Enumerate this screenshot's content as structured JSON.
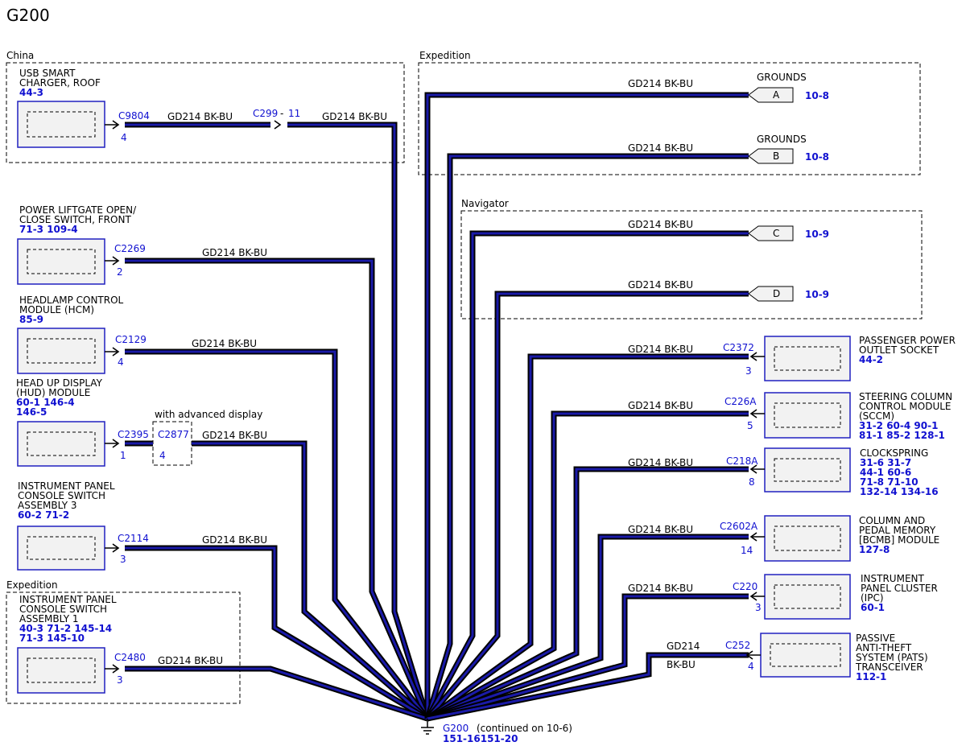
{
  "title": "G200",
  "wire_name": "GD214",
  "wire_color": "BK-BU",
  "regions": {
    "china": "China",
    "expedition_left": "Expedition",
    "expedition_top": "Expedition",
    "navigator": "Navigator",
    "with_advanced_display": "with advanced display"
  },
  "left_components": [
    {
      "lines": [
        "USB SMART",
        "CHARGER, ROOF"
      ],
      "refs": [
        "44-3"
      ],
      "connector": "C9804",
      "pin": "4"
    },
    {
      "lines": [
        "POWER LIFTGATE OPEN/",
        "CLOSE SWITCH, FRONT"
      ],
      "refs": [
        "71-3  109-4"
      ],
      "connector": "C2269",
      "pin": "2"
    },
    {
      "lines": [
        "HEADLAMP CONTROL",
        "MODULE (HCM)"
      ],
      "refs": [
        "85-9"
      ],
      "connector": "C2129",
      "pin": "4"
    },
    {
      "lines": [
        "HEAD UP DISPLAY",
        "(HUD) MODULE"
      ],
      "refs": [
        "60-1  146-4",
        "146-5"
      ],
      "connector": "C2395",
      "pin": "1"
    },
    {
      "lines": [
        "INSTRUMENT PANEL",
        "CONSOLE SWITCH",
        "ASSEMBLY 3"
      ],
      "refs": [
        "60-2  71-2"
      ],
      "connector": "C2114",
      "pin": "3"
    },
    {
      "lines": [
        "INSTRUMENT PANEL",
        "CONSOLE SWITCH",
        "ASSEMBLY 1"
      ],
      "refs": [
        "40-3  71-2  145-14",
        "71-3  145-10"
      ],
      "connector": "C2480",
      "pin": "3"
    }
  ],
  "inline_connector": {
    "name": "C299",
    "pin": "11"
  },
  "hud_inline_connector": {
    "name": "C2877",
    "pin": "4"
  },
  "grounds": [
    {
      "label": "GROUNDS",
      "letter": "A",
      "ref": "10-8"
    },
    {
      "label": "GROUNDS",
      "letter": "B",
      "ref": "10-8"
    },
    {
      "label": "",
      "letter": "C",
      "ref": "10-9"
    },
    {
      "label": "",
      "letter": "D",
      "ref": "10-9"
    }
  ],
  "right_components": [
    {
      "lines": [
        "PASSENGER POWER",
        "OUTLET SOCKET"
      ],
      "refs": [
        "44-2"
      ],
      "connector": "C2372",
      "pin": "3"
    },
    {
      "lines": [
        "STEERING COLUMN",
        "CONTROL MODULE",
        "(SCCM)"
      ],
      "refs": [
        "31-2  60-4  90-1",
        "81-1  85-2  128-1"
      ],
      "connector": "C226A",
      "pin": "5"
    },
    {
      "lines": [
        "CLOCKSPRING"
      ],
      "refs": [
        "31-6  31-7",
        "44-1  60-6",
        "71-8  71-10",
        "132-14 134-16"
      ],
      "connector": "C218A",
      "pin": "8"
    },
    {
      "lines": [
        "COLUMN AND",
        "PEDAL MEMORY",
        "[BCMB] MODULE"
      ],
      "refs": [
        "127-8"
      ],
      "connector": "C2602A",
      "pin": "14"
    },
    {
      "lines": [
        "INSTRUMENT",
        "PANEL CLUSTER",
        "(IPC)"
      ],
      "refs": [
        "60-1"
      ],
      "connector": "C220",
      "pin": "3"
    },
    {
      "lines": [
        "PASSIVE",
        "ANTI-THEFT",
        "SYSTEM (PATS)",
        "TRANSCEIVER"
      ],
      "refs": [
        "112-1"
      ],
      "connector": "C252",
      "pin": "4"
    }
  ],
  "ground_point": {
    "name": "G200",
    "note": "(continued on 10-6)",
    "refs": "151-16151-20"
  }
}
